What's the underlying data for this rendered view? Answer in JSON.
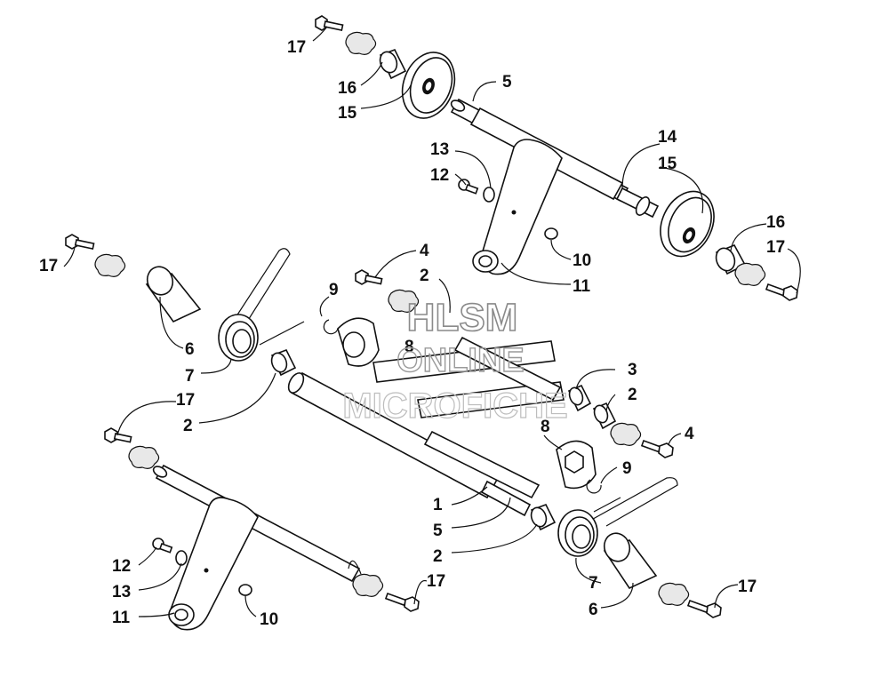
{
  "watermark": {
    "line1": "HLSM",
    "line2": "ONLINE",
    "line3": "MICROFICHE"
  },
  "callouts": [
    "17",
    "16",
    "15",
    "5",
    "14",
    "15",
    "13",
    "12",
    "16",
    "17",
    "10",
    "11",
    "4",
    "2",
    "9",
    "17",
    "6",
    "7",
    "8",
    "3",
    "2",
    "17",
    "2",
    "8",
    "4",
    "9",
    "1",
    "5",
    "2",
    "12",
    "13",
    "11",
    "10",
    "7",
    "6",
    "17",
    "17"
  ],
  "colors": {
    "line": "#111111",
    "watermark": "#9a9a9a"
  }
}
